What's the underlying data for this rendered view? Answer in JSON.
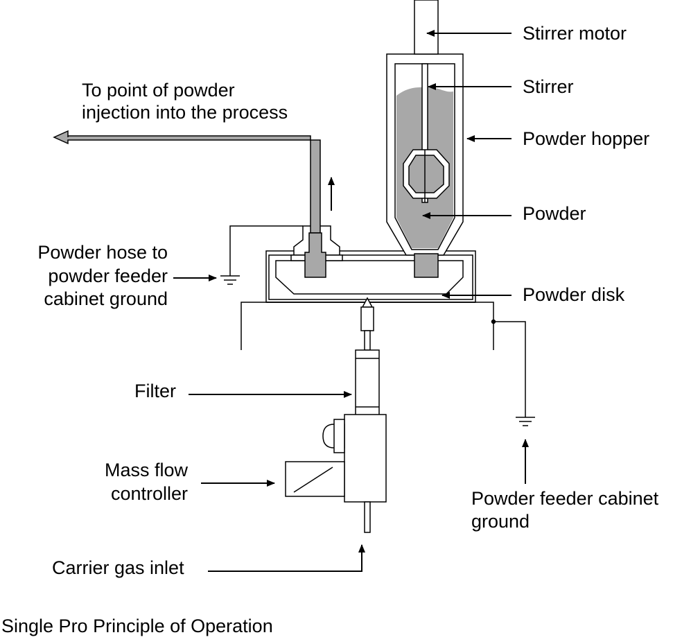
{
  "labels": {
    "stirrer_motor": "Stirrer motor",
    "stirrer": "Stirrer",
    "powder_hopper": "Powder hopper",
    "powder": "Powder",
    "powder_disk": "Powder disk",
    "injection_line1": "To point of powder",
    "injection_line2": "injection into the process",
    "hose_ground_line1": "Powder hose to",
    "hose_ground_line2": "powder feeder",
    "hose_ground_line3": "cabinet ground",
    "filter": "Filter",
    "mass_flow_line1": "Mass flow",
    "mass_flow_line2": "controller",
    "cabinet_ground_line1": "Powder feeder cabinet",
    "cabinet_ground_line2": "ground",
    "carrier_gas_inlet": "Carrier gas inlet"
  },
  "caption": "Single Pro Principle of Operation",
  "colors": {
    "line": "#000000",
    "powder_fill": "#a8a8a8",
    "background": "#ffffff"
  }
}
